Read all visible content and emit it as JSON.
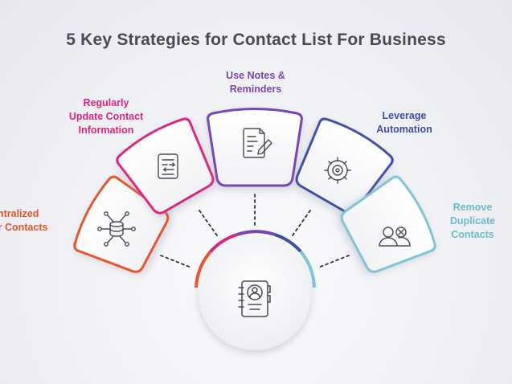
{
  "title": "5 Key Strategies for Contact List For Business",
  "center": {
    "icon": "contact-book-icon",
    "arc_colors": [
      "#e8532a",
      "#e0237f",
      "#7a45b5",
      "#3d4fa6",
      "#7cc6d6"
    ]
  },
  "strategies": [
    {
      "label": "entralized\nur Contacts",
      "color": "#e8532a",
      "icon": "database-network-icon"
    },
    {
      "label": "Regularly\nUpdate Contact\nInformation",
      "color": "#e0237f",
      "icon": "document-sync-icon"
    },
    {
      "label": "Use Notes &\nReminders",
      "color": "#7a45b5",
      "icon": "notes-pen-icon"
    },
    {
      "label": "Leverage\nAutomation",
      "color": "#3d4fa6",
      "icon": "automation-gear-icon"
    },
    {
      "label": "Remove\nDuplicate\nContacts",
      "color": "#7cc6d6",
      "icon": "remove-user-icon"
    }
  ]
}
